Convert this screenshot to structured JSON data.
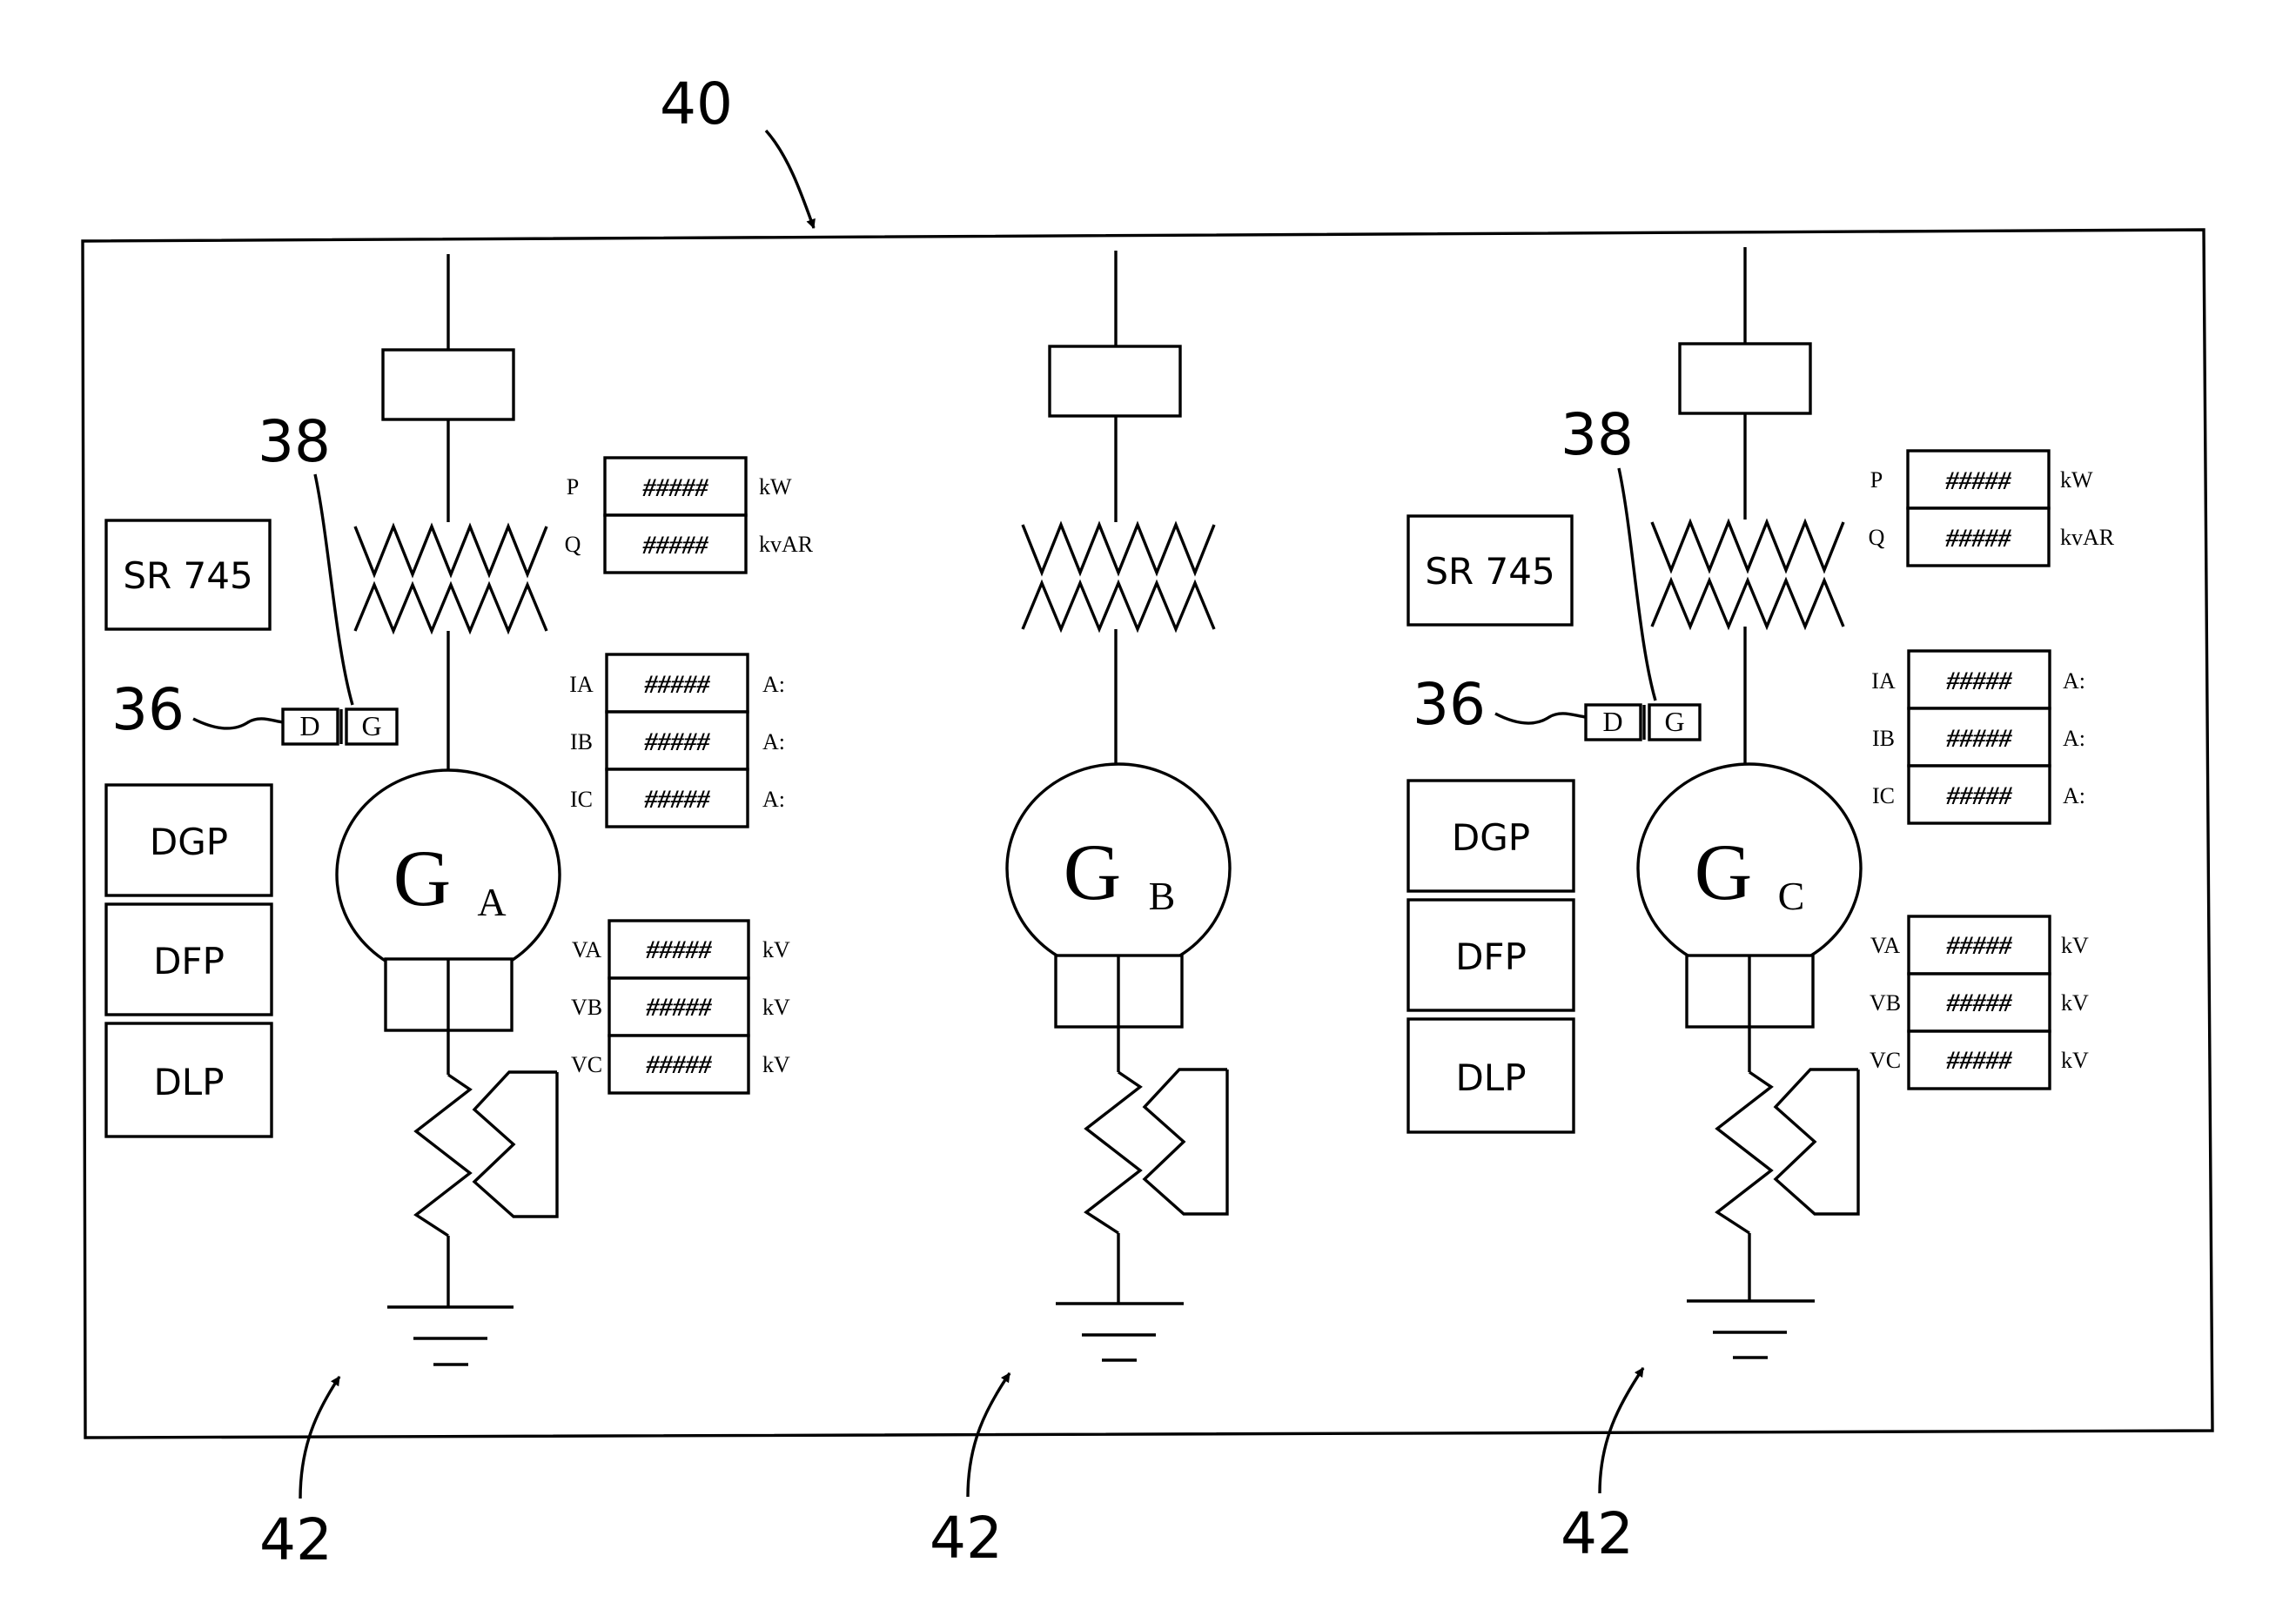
{
  "figure": {
    "ref_panel": "40",
    "ref_columns": "42"
  },
  "columns": [
    {
      "id": "a",
      "generator": {
        "letter": "G",
        "sub": "A"
      },
      "relay_model": "SR 745",
      "ref_toggle": "38",
      "ref_switch": "36",
      "switch_labels": [
        "D",
        "G"
      ],
      "protection": [
        "DGP",
        "DFP",
        "DLP"
      ],
      "power": [
        {
          "label": "P",
          "value": "#####",
          "unit": "kW"
        },
        {
          "label": "Q",
          "value": "#####",
          "unit": "kvAR"
        }
      ],
      "current": [
        {
          "label": "IA",
          "value": "#####",
          "unit": "A:"
        },
        {
          "label": "IB",
          "value": "#####",
          "unit": "A:"
        },
        {
          "label": "IC",
          "value": "#####",
          "unit": "A:"
        }
      ],
      "voltage": [
        {
          "label": "VA",
          "value": "#####",
          "unit": "kV"
        },
        {
          "label": "VB",
          "value": "#####",
          "unit": "kV"
        },
        {
          "label": "VC",
          "value": "#####",
          "unit": "kV"
        }
      ]
    },
    {
      "id": "b",
      "generator": {
        "letter": "G",
        "sub": "B"
      }
    },
    {
      "id": "c",
      "generator": {
        "letter": "G",
        "sub": "C"
      },
      "relay_model": "SR 745",
      "ref_toggle": "38",
      "ref_switch": "36",
      "switch_labels": [
        "D",
        "G"
      ],
      "protection": [
        "DGP",
        "DFP",
        "DLP"
      ],
      "power": [
        {
          "label": "P",
          "value": "#####",
          "unit": "kW"
        },
        {
          "label": "Q",
          "value": "#####",
          "unit": "kvAR"
        }
      ],
      "current": [
        {
          "label": "IA",
          "value": "#####",
          "unit": "A:"
        },
        {
          "label": "IB",
          "value": "#####",
          "unit": "A:"
        },
        {
          "label": "IC",
          "value": "#####",
          "unit": "A:"
        }
      ],
      "voltage": [
        {
          "label": "VA",
          "value": "#####",
          "unit": "kV"
        },
        {
          "label": "VB",
          "value": "#####",
          "unit": "kV"
        },
        {
          "label": "VC",
          "value": "#####",
          "unit": "kV"
        }
      ]
    }
  ]
}
